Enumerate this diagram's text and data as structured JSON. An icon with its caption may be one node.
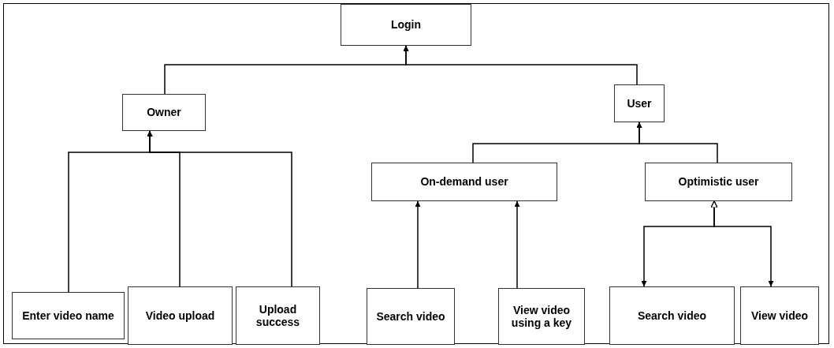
{
  "diagram": {
    "nodes": [
      {
        "text": [
          "Login"
        ]
      },
      {
        "text": [
          "Owner"
        ]
      },
      {
        "text": [
          "User"
        ]
      },
      {
        "text": [
          "On-demand user"
        ]
      },
      {
        "text": [
          "Optimistic user"
        ]
      },
      {
        "text": [
          "Enter video name"
        ]
      },
      {
        "text": [
          "Video upload"
        ]
      },
      {
        "text": [
          "Upload success"
        ]
      },
      {
        "text": [
          "Search video"
        ]
      },
      {
        "text": [
          "View video using a key"
        ]
      },
      {
        "text": [
          "Search video"
        ]
      },
      {
        "text": [
          "View video"
        ]
      }
    ],
    "edges": [
      {
        "from": 1,
        "to": 0,
        "arrow": "to"
      },
      {
        "from": 2,
        "to": 0,
        "arrow": "to"
      },
      {
        "from": 5,
        "to": 1,
        "arrow": "to"
      },
      {
        "from": 6,
        "to": 1,
        "arrow": "to"
      },
      {
        "from": 7,
        "to": 1,
        "arrow": "to"
      },
      {
        "from": 3,
        "to": 2,
        "arrow": "to"
      },
      {
        "from": 4,
        "to": 2,
        "arrow": "to"
      },
      {
        "from": 8,
        "to": 3,
        "arrow": "to"
      },
      {
        "from": 9,
        "to": 3,
        "arrow": "to"
      },
      {
        "from": 4,
        "to": 10,
        "arrow": "both"
      },
      {
        "from": 4,
        "to": 11,
        "arrow": "both"
      }
    ]
  }
}
